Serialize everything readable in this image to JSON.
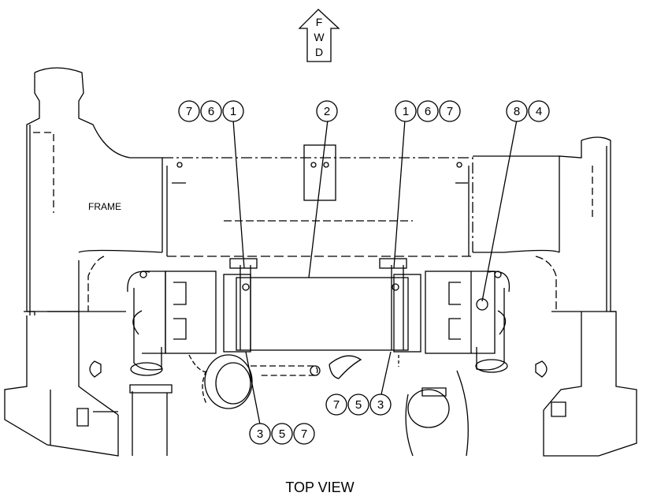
{
  "arrow": {
    "letters": [
      "F",
      "W",
      "D"
    ]
  },
  "labels": {
    "frame": "FRAME",
    "view": "TOP VIEW"
  },
  "callouts": [
    {
      "id": "top-left",
      "numbers": [
        "7",
        "6",
        "1"
      ]
    },
    {
      "id": "top-center",
      "numbers": [
        "2"
      ]
    },
    {
      "id": "top-right",
      "numbers": [
        "1",
        "6",
        "7"
      ]
    },
    {
      "id": "far-right",
      "numbers": [
        "8",
        "4"
      ]
    },
    {
      "id": "bottom-mid",
      "numbers": [
        "7",
        "5",
        "3"
      ]
    },
    {
      "id": "bottom-left",
      "numbers": [
        "3",
        "5",
        "7"
      ]
    }
  ],
  "colors": {
    "ink": "#000000",
    "paper": "#ffffff"
  }
}
